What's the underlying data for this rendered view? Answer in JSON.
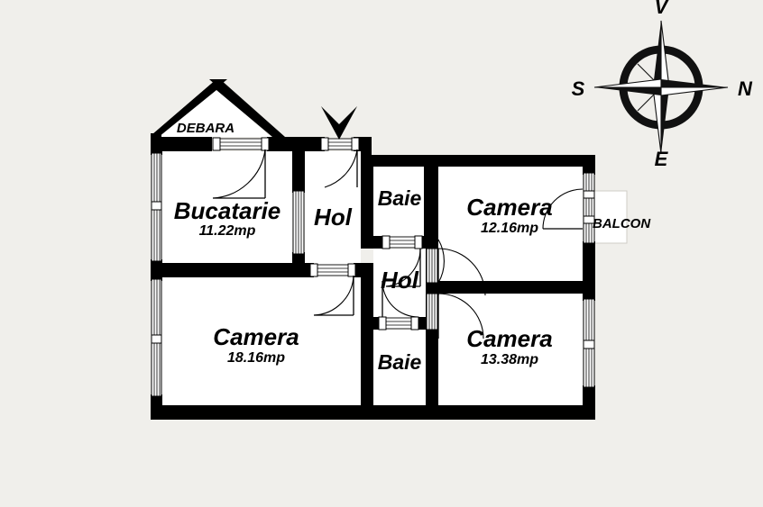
{
  "plan": {
    "title": "Floor plan - apartment layout",
    "units_suffix": "mp",
    "colors": {
      "background": "#f0efeb",
      "wall": "#000000",
      "room_fill": "#ffffff",
      "balcony_fill": "#ffffff",
      "text": "#000000"
    },
    "rooms": [
      {
        "key": "debara",
        "name": "DEBARA",
        "area": ""
      },
      {
        "key": "bucatarie",
        "name": "Bucatarie",
        "area": "11.22mp"
      },
      {
        "key": "hol_top",
        "name": "Hol",
        "area": ""
      },
      {
        "key": "baie_top",
        "name": "Baie",
        "area": ""
      },
      {
        "key": "camera_ne",
        "name": "Camera",
        "area": "12.16mp"
      },
      {
        "key": "hol_mid",
        "name": "Hol",
        "area": ""
      },
      {
        "key": "camera_sw",
        "name": "Camera",
        "area": "18.16mp"
      },
      {
        "key": "baie_bot",
        "name": "Baie",
        "area": ""
      },
      {
        "key": "camera_se",
        "name": "Camera",
        "area": "13.38mp"
      },
      {
        "key": "balcon",
        "name": "BALCON",
        "area": ""
      }
    ],
    "entrance": {
      "marker": "entrance-arrow",
      "direction": "down"
    },
    "compass": {
      "name": "compass-rose",
      "north_label": "V",
      "east_label": "N",
      "south_label": "E",
      "west_label": "S"
    }
  }
}
